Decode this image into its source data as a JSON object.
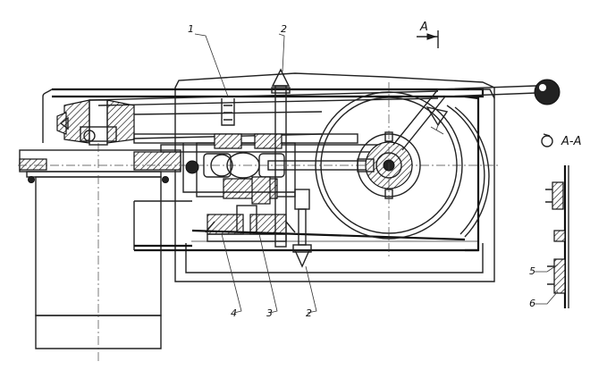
{
  "labels": {
    "callout_1": "1",
    "callout_2_top": "2",
    "callout_2_bottom": "2",
    "callout_3": "3",
    "callout_4": "4",
    "callout_5": "5",
    "callout_6": "6",
    "section_mark": "A",
    "section_title": "А-А"
  }
}
